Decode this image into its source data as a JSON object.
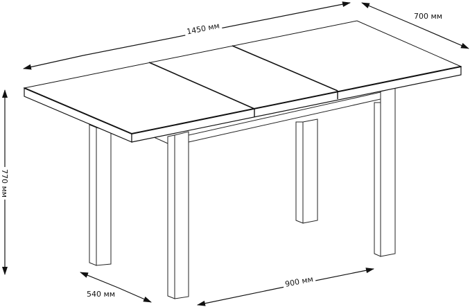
{
  "drawing": {
    "subject": "extendable dining table",
    "line_color": "#111111",
    "background": "#ffffff"
  },
  "dimensions": {
    "length_extended": "1450 мм",
    "depth": "700 мм",
    "height": "770 мм",
    "leg_span_depth": "540 мм",
    "length_closed": "900 мм"
  }
}
